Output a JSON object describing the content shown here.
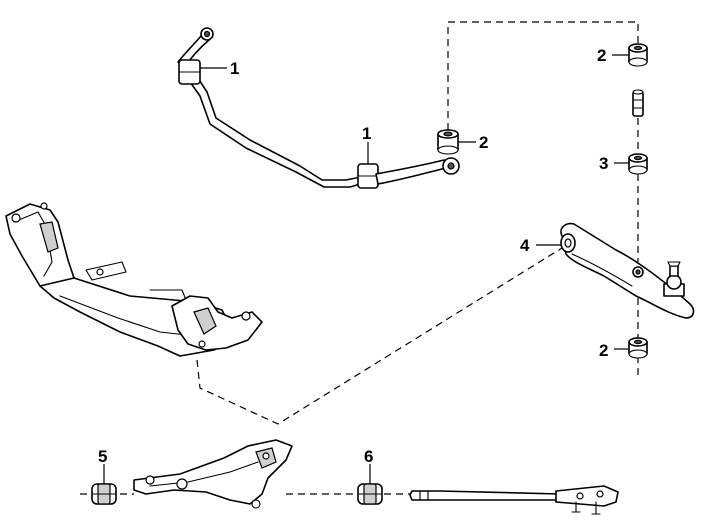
{
  "callouts": {
    "stabilizer_upper": "1",
    "stabilizer_lower": "1",
    "bushing_link_top": "2",
    "bushing_bar_end": "2",
    "bushing_link_mid": "3",
    "bushing_bottom": "2",
    "lower_arm": "4",
    "mount_left": "5",
    "mount_right": "6"
  }
}
